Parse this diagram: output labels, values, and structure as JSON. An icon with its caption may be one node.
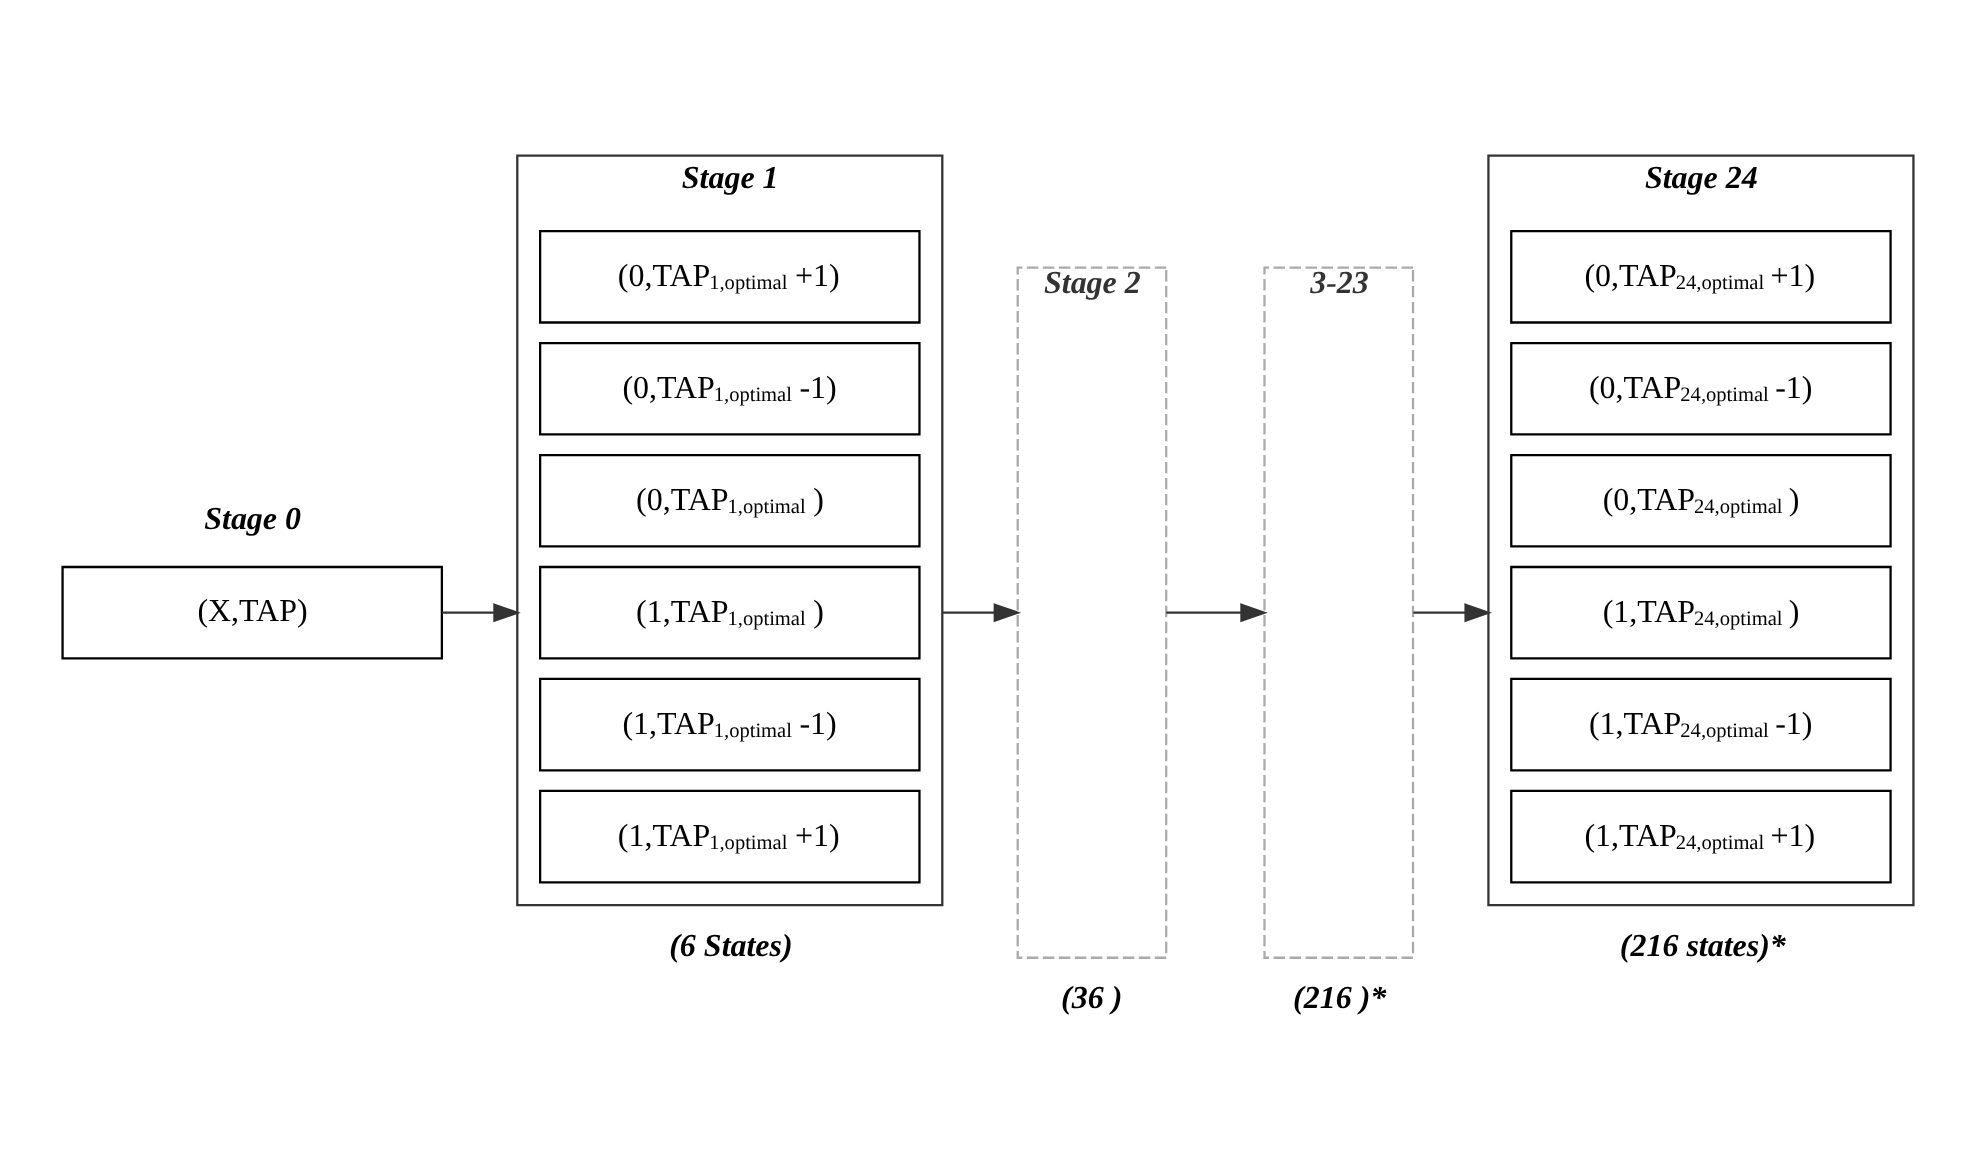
{
  "diagram": {
    "nodes": [
      {
        "text": [
          "(X,TAP)"
        ],
        "beside": [
          "Stage 0"
        ]
      },
      {
        "text": [
          "Stage 1"
        ],
        "beside": [
          "(6 States)"
        ]
      },
      {
        "text": [
          "(0,TAP$_{1,optimal}$ +1)"
        ],
        "in": 1
      },
      {
        "text": [
          "(0,TAP$_{1,optimal}$ -1)"
        ],
        "in": 1
      },
      {
        "text": [
          "(0,TAP$_{1,optimal}$ )"
        ],
        "in": 1
      },
      {
        "text": [
          "(1,TAP$_{1,optimal}$ )"
        ],
        "in": 1
      },
      {
        "text": [
          "(1,TAP$_{1,optimal}$ -1)"
        ],
        "in": 1
      },
      {
        "text": [
          "(1,TAP$_{1,optimal}$ +1)"
        ],
        "in": 1
      },
      {
        "text": [
          "Stage 2"
        ],
        "beside": [
          "(36 )"
        ]
      },
      {
        "text": [
          "3-23"
        ],
        "beside": [
          "(216 )*"
        ]
      },
      {
        "text": [
          "Stage 24"
        ],
        "beside": [
          "(216 states)*"
        ]
      },
      {
        "text": [
          "(0,TAP$_{24,optimal}$ +1)"
        ],
        "in": 10
      },
      {
        "text": [
          "(0,TAP$_{24,optimal}$ -1)"
        ],
        "in": 10
      },
      {
        "text": [
          "(0,TAP$_{24,optimal}$ )"
        ],
        "in": 10
      },
      {
        "text": [
          "(1,TAP$_{24,optimal}$ )"
        ],
        "in": 10
      },
      {
        "text": [
          "(1,TAP$_{24,optimal}$ -1)"
        ],
        "in": 10
      },
      {
        "text": [
          "(1,TAP$_{24,optimal}$ +1)"
        ],
        "in": 10
      }
    ],
    "edges": [
      {
        "from": 0,
        "to": 1,
        "arrow": "to"
      },
      {
        "from": 1,
        "to": 8,
        "arrow": "to"
      },
      {
        "from": 8,
        "to": 9,
        "arrow": "to"
      },
      {
        "from": 9,
        "to": 10,
        "arrow": "to"
      }
    ]
  }
}
